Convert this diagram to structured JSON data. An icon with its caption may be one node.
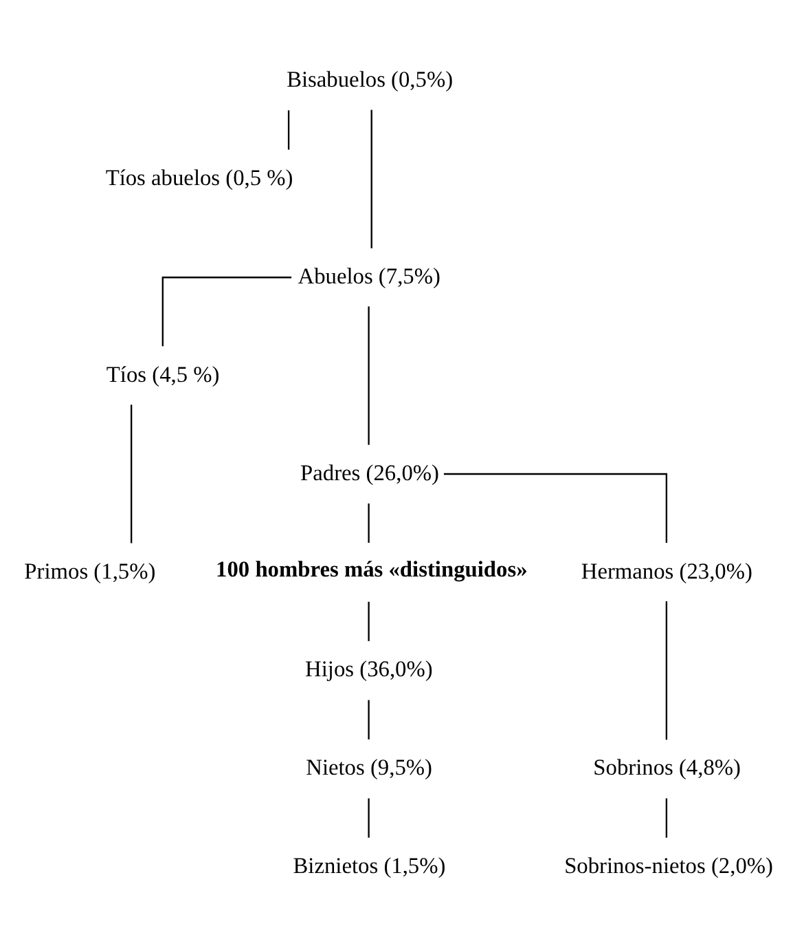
{
  "diagram": {
    "nodes": [
      {
        "text": [
          "Bisabuelos (0,5%)"
        ]
      },
      {
        "text": [
          "Tíos abuelos (0,5 %)"
        ]
      },
      {
        "text": [
          "Abuelos (7,5%)"
        ]
      },
      {
        "text": [
          "Tíos (4,5 %)"
        ]
      },
      {
        "text": [
          "Padres (26,0%)"
        ]
      },
      {
        "text": [
          "100 hombres más «distinguidos»"
        ]
      },
      {
        "text": [
          "Hermanos (23,0%)"
        ]
      },
      {
        "text": [
          "Primos (1,5%)"
        ]
      },
      {
        "text": [
          "Hijos (36,0%)"
        ]
      },
      {
        "text": [
          "Nietos (9,5%)"
        ]
      },
      {
        "text": [
          "Sobrinos (4,8%)"
        ]
      },
      {
        "text": [
          "Biznietos (1,5%)"
        ]
      },
      {
        "text": [
          "Sobrinos-nietos (2,0%)"
        ]
      }
    ],
    "edges": [
      {
        "from": 0,
        "to": 2,
        "arrow": "none"
      },
      {
        "from": 0,
        "to": 1,
        "arrow": "none"
      },
      {
        "from": 2,
        "to": 4,
        "arrow": "none"
      },
      {
        "from": 2,
        "to": 3,
        "arrow": "none"
      },
      {
        "from": 4,
        "to": 5,
        "arrow": "none"
      },
      {
        "from": 4,
        "to": 6,
        "arrow": "none"
      },
      {
        "from": 3,
        "to": 7,
        "arrow": "none"
      },
      {
        "from": 5,
        "to": 8,
        "arrow": "none"
      },
      {
        "from": 8,
        "to": 9,
        "arrow": "none"
      },
      {
        "from": 9,
        "to": 11,
        "arrow": "none"
      },
      {
        "from": 6,
        "to": 10,
        "arrow": "none"
      },
      {
        "from": 10,
        "to": 12,
        "arrow": "none"
      }
    ]
  }
}
